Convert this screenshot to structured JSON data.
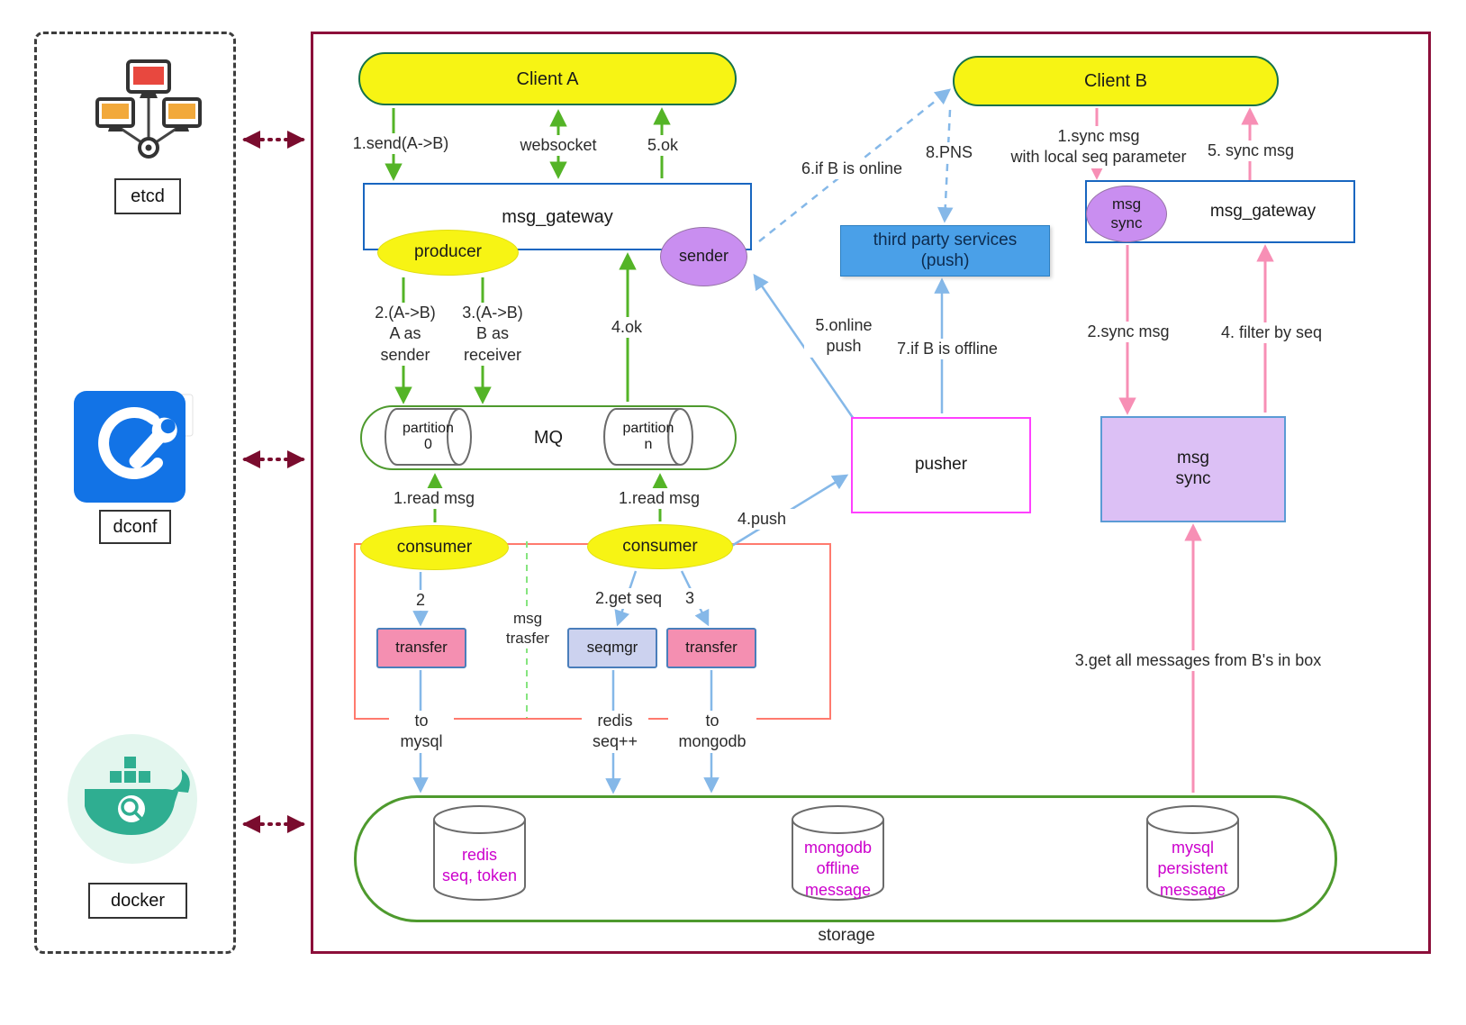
{
  "colors": {
    "main_border": "#8c0f3a",
    "sidebar_connector": "#7a0c2e",
    "node_yellow": "#f7f414",
    "green_arrow": "#54b427",
    "blue_arrow": "#85b8e8",
    "pink_arrow": "#f78fb5",
    "purple_fill": "#c98ef0",
    "pink_box_fill": "#f48fb1",
    "seqmgr_fill": "#ccd2ef",
    "third_party_blue": "#4aa0e8",
    "msg_sync_fill": "#dcc0f5",
    "magenta_text": "#cc00cc",
    "red_group_border": "#ff7a6e",
    "magenta_border": "#ff40ff",
    "green_shape_border": "#4e9a2e"
  },
  "sidebar": {
    "etcd": "etcd",
    "dconf": "dconf",
    "docker": "docker",
    "icons": [
      "etcd-cluster-icon",
      "dconf-wrench-icon",
      "docker-whale-icon"
    ]
  },
  "nodes": {
    "client_a": "Client A",
    "client_b": "Client B",
    "msg_gateway_left": "msg_gateway",
    "msg_gateway_right": "msg_gateway",
    "producer": "producer",
    "sender": "sender",
    "third_party": "third party services\n(push)",
    "msg_sync_ellipse": "msg\nsync",
    "mq": "MQ",
    "partition_0": "partition\n0",
    "partition_n": "partition\nn",
    "consumer_left": "consumer",
    "consumer_right": "consumer",
    "transfer_left": "transfer",
    "seqmgr": "seqmgr",
    "transfer_right": "transfer",
    "pusher": "pusher",
    "msg_sync_box": "msg\nsync",
    "storage": "storage",
    "redis": "redis\nseq, token",
    "mongodb": "mongodb\noffline\nmessage",
    "mysql": "mysql\npersistent\nmessage"
  },
  "labels": {
    "send": "1.send(A->B)",
    "websocket": "websocket",
    "ok5": "5.ok",
    "a_as_sender": "2.(A->B)\nA as\nsender",
    "b_as_receiver": "3.(A->B)\nB as\nreceiver",
    "ok4": "4.ok",
    "read_msg_left": "1.read msg",
    "read_msg_right": "1.read msg",
    "step2": "2",
    "get_seq": "2.get seq",
    "step3": "3",
    "push4": "4.push",
    "to_mysql": "to\nmysql",
    "redis_seq": "redis\nseq++",
    "to_mongodb": "to\nmongodb",
    "online_push": "5.online\npush",
    "b_offline": "7.if B is offline",
    "b_online": "6.if B is online",
    "pns": "8.PNS",
    "sync_local": "1.sync msg\nwith local seq parameter",
    "sync_msg5": "5. sync msg",
    "sync_msg2": "2.sync msg",
    "filter_seq": "4. filter by seq",
    "get_all": "3.get all messages from B's in box",
    "msg_trasfer": "msg\ntrasfer"
  }
}
